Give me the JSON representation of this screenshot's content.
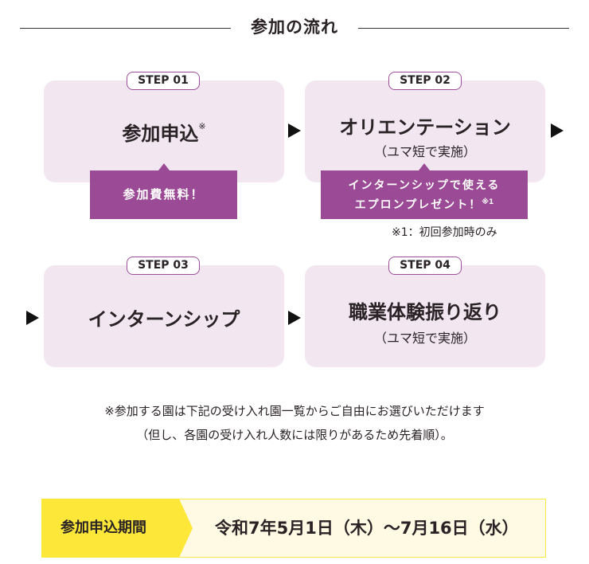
{
  "title": "参加の流れ",
  "steps": [
    {
      "badge": "STEP 01",
      "title": "参加申込",
      "mark": "※",
      "callout": "参加費無料！"
    },
    {
      "badge": "STEP 02",
      "title": "オリエンテーション",
      "sub": "（ユマ短で実施）",
      "callout_line1": "インターンシップで使える",
      "callout_line2": "エプロンプレゼント！",
      "callout_mark": "※1",
      "note": "※1：初回参加時のみ"
    },
    {
      "badge": "STEP 03",
      "title": "インターンシップ"
    },
    {
      "badge": "STEP 04",
      "title": "職業体験振り返り",
      "sub": "（ユマ短で実施）"
    }
  ],
  "footnote_line1": "※参加する園は下記の受け入れ園一覧からご自由にお選びいただけます",
  "footnote_line2": "（但し、各園の受け入れ人数には限りがあるため先着順）。",
  "period": {
    "label": "参加申込期間",
    "value": "令和7年5月1日（木）～7月16日（水）"
  }
}
